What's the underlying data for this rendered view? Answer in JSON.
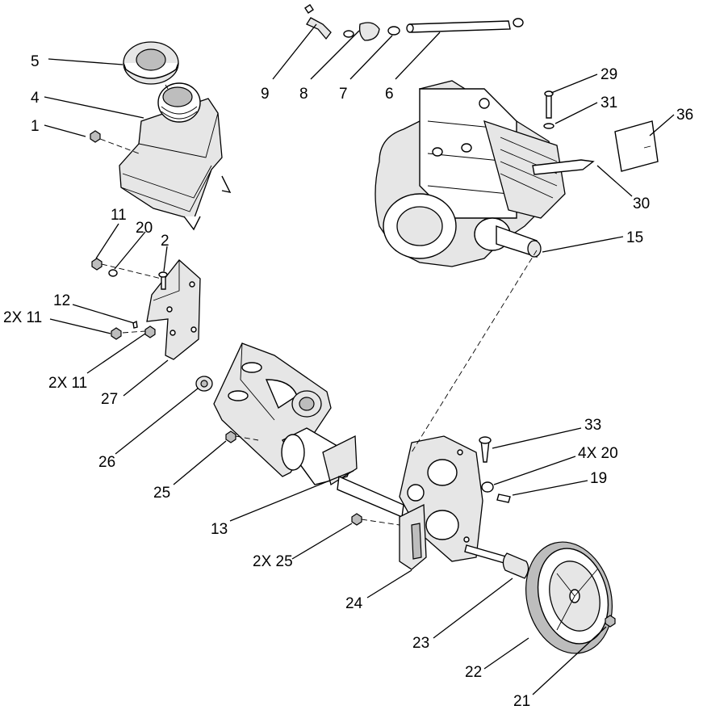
{
  "callouts": [
    {
      "id": "c5",
      "text": "5"
    },
    {
      "id": "c4",
      "text": "4"
    },
    {
      "id": "c1",
      "text": "1"
    },
    {
      "id": "c9",
      "text": "9"
    },
    {
      "id": "c8",
      "text": "8"
    },
    {
      "id": "c7",
      "text": "7"
    },
    {
      "id": "c6",
      "text": "6"
    },
    {
      "id": "c29",
      "text": "29"
    },
    {
      "id": "c31",
      "text": "31"
    },
    {
      "id": "c36",
      "text": "36"
    },
    {
      "id": "c30",
      "text": "30"
    },
    {
      "id": "c15",
      "text": "15"
    },
    {
      "id": "c11a",
      "text": "11"
    },
    {
      "id": "c20a",
      "text": "20"
    },
    {
      "id": "c2",
      "text": "2"
    },
    {
      "id": "c12",
      "text": "12"
    },
    {
      "id": "c2x11a",
      "text": "2X 11"
    },
    {
      "id": "c2x11b",
      "text": "2X 11"
    },
    {
      "id": "c27",
      "text": "27"
    },
    {
      "id": "c26",
      "text": "26"
    },
    {
      "id": "c25",
      "text": "25"
    },
    {
      "id": "c13",
      "text": "13"
    },
    {
      "id": "c2x25",
      "text": "2X 25"
    },
    {
      "id": "c24",
      "text": "24"
    },
    {
      "id": "c33",
      "text": "33"
    },
    {
      "id": "c4x20",
      "text": "4X 20"
    },
    {
      "id": "c19",
      "text": "19"
    },
    {
      "id": "c23",
      "text": "23"
    },
    {
      "id": "c22",
      "text": "22"
    },
    {
      "id": "c21",
      "text": "21"
    }
  ]
}
